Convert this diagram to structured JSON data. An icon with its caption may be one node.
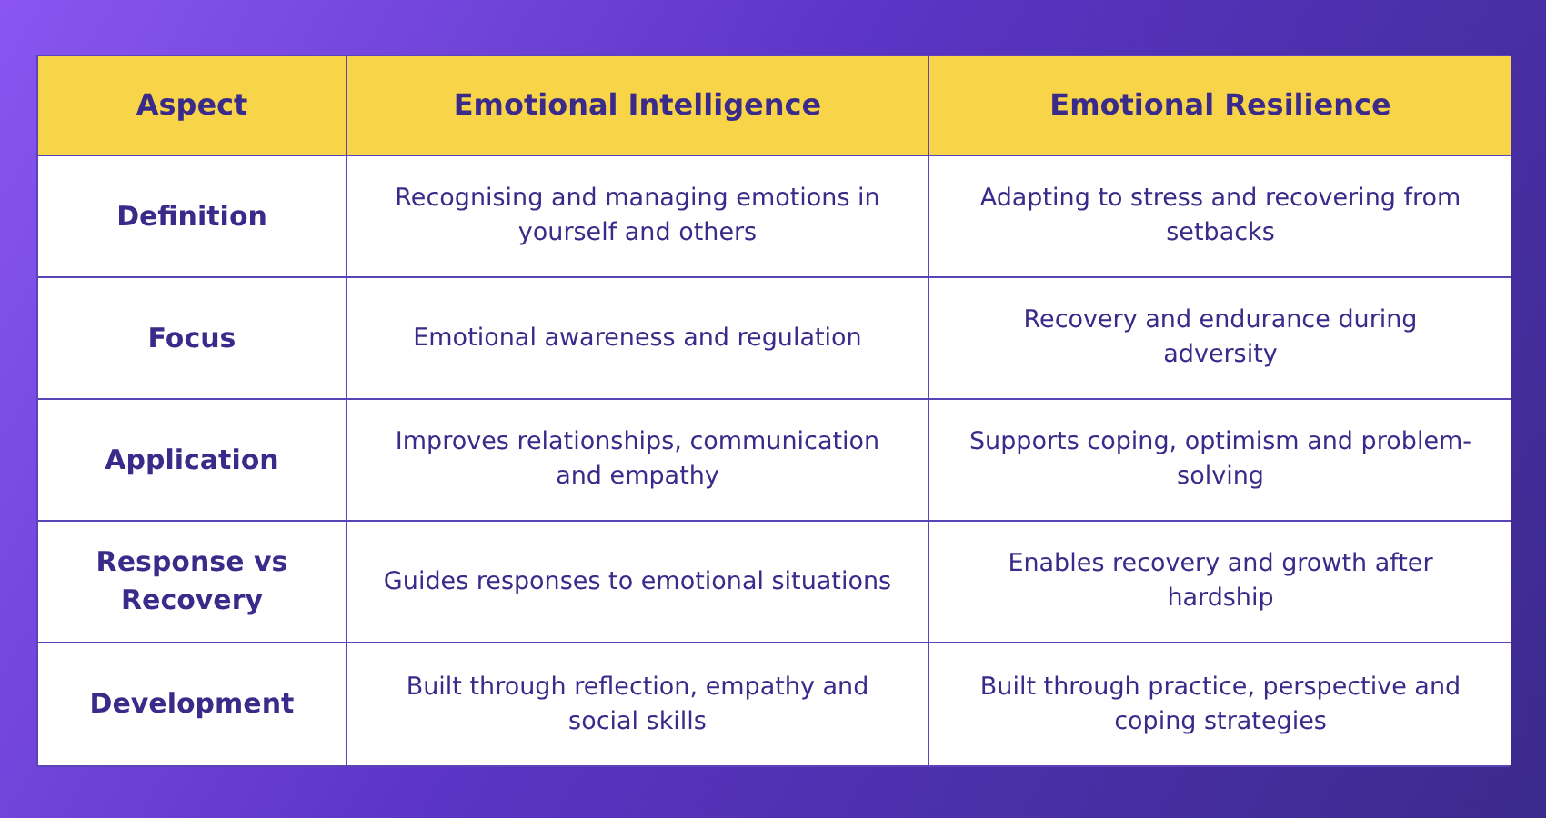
{
  "diagram": {
    "labels": [
      "Aspect",
      "Emotional Intelligence",
      "Emotional Resilience",
      "Definition",
      "Recognising and managing emotions in yourself and others",
      "Adapting to stress and recovering from setbacks",
      "Focus",
      "Emotional awareness and regulation",
      "Recovery and endurance during adversity",
      "Application",
      "Improves relationships, communication and empathy",
      "Supports coping, optimism and problem-solving",
      "Response vs Recovery",
      "Guides responses to emotional situations",
      "Enables recovery and growth after hardship",
      "Development",
      "Built through reflection, empathy and social skills",
      "Built through practice, perspective and coping strategies"
    ]
  }
}
